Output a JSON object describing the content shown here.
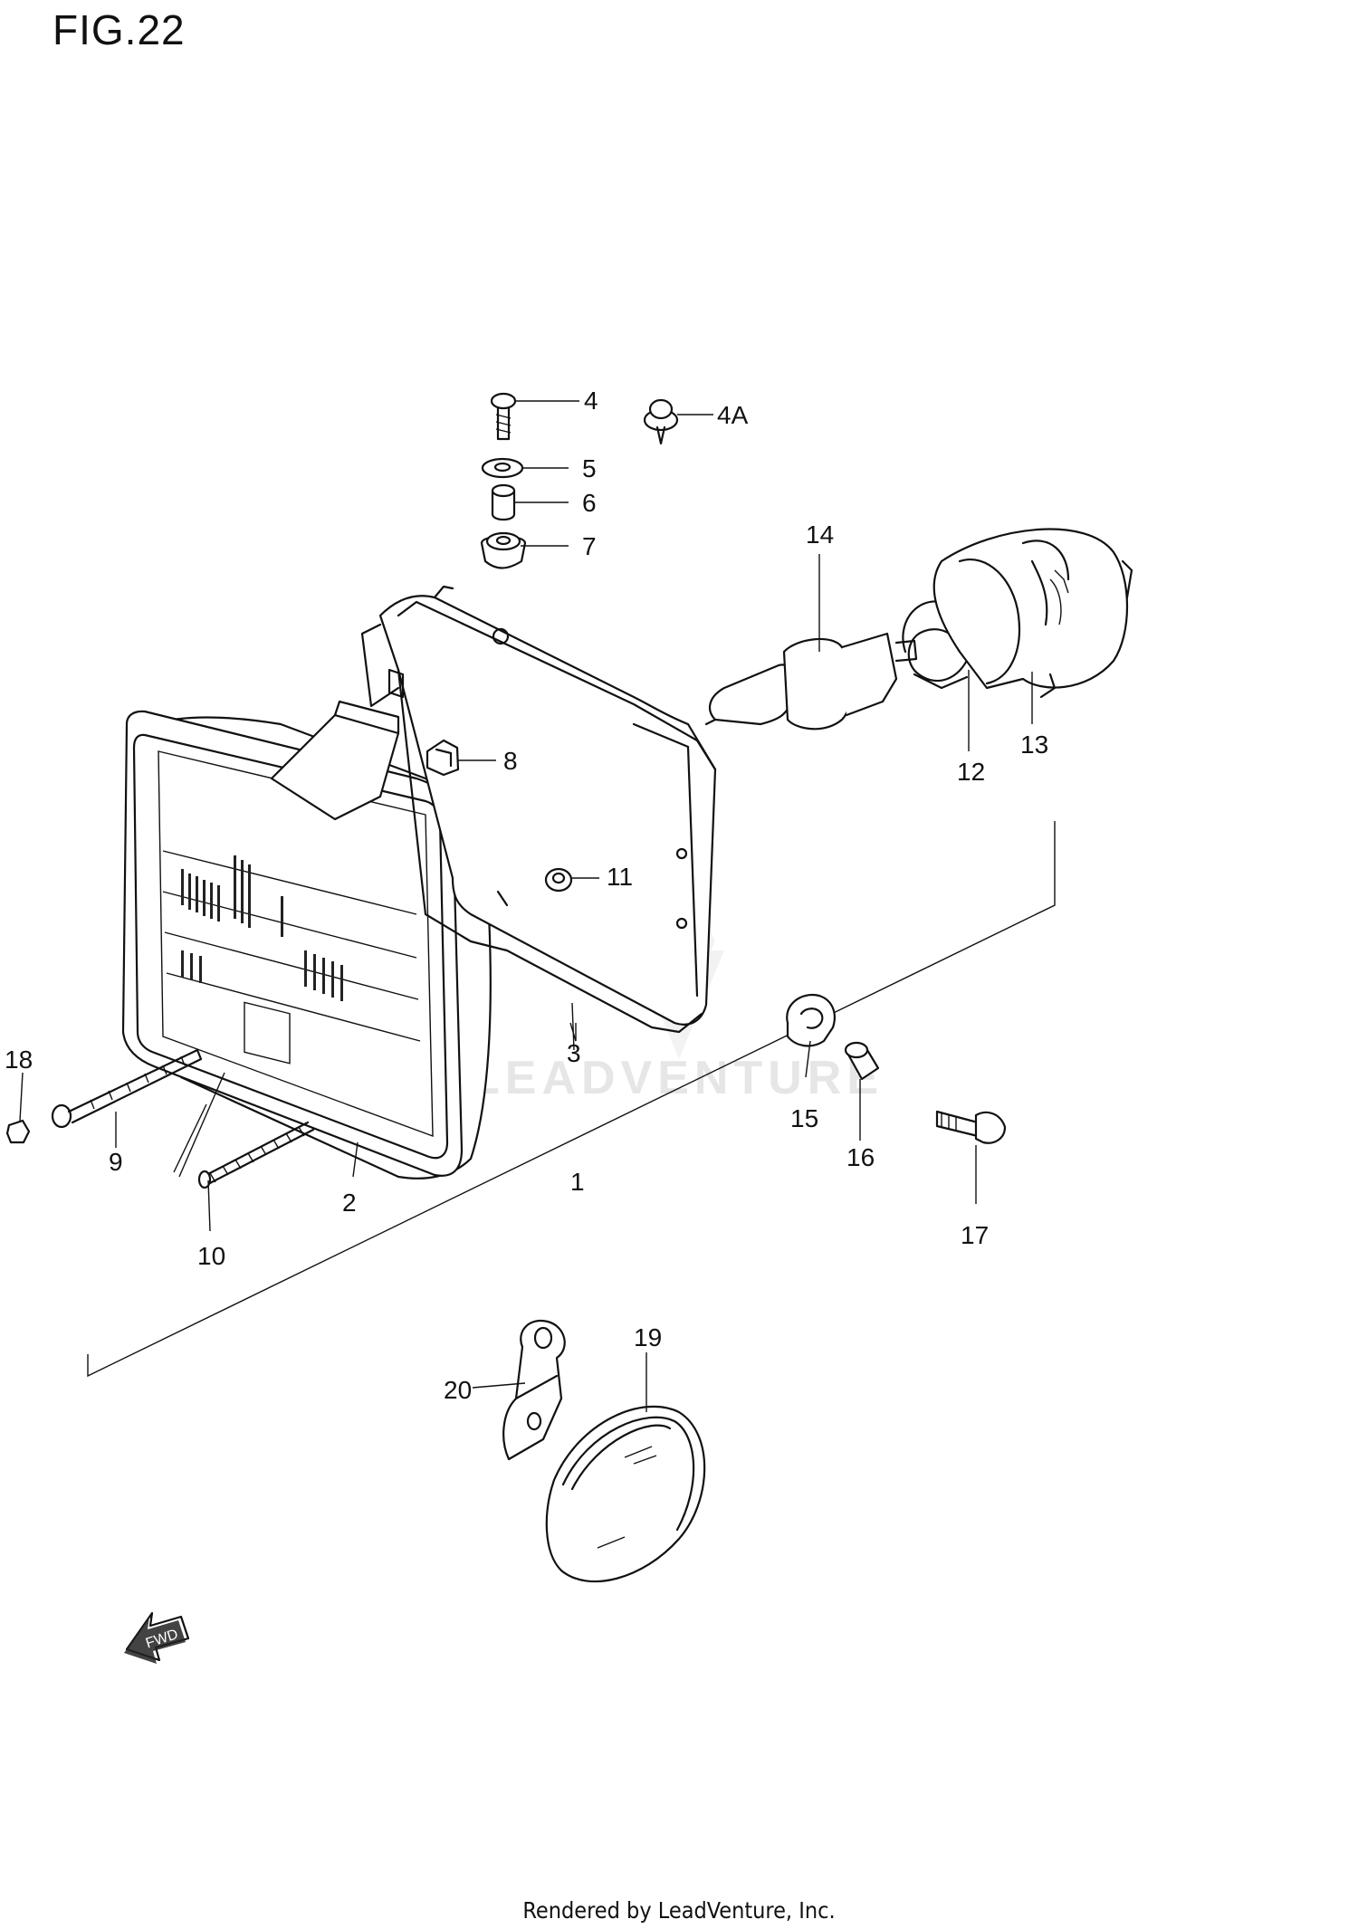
{
  "figure": {
    "title": "FIG.22",
    "footer": "Rendered by LeadVenture, Inc.",
    "watermark": "LEADVENTURE",
    "direction_label": "FWD"
  },
  "callouts": [
    {
      "id": "p1",
      "label": "1"
    },
    {
      "id": "p2",
      "label": "2"
    },
    {
      "id": "p3",
      "label": "3"
    },
    {
      "id": "p4",
      "label": "4"
    },
    {
      "id": "p4a",
      "label": "4A"
    },
    {
      "id": "p5",
      "label": "5"
    },
    {
      "id": "p6",
      "label": "6"
    },
    {
      "id": "p7",
      "label": "7"
    },
    {
      "id": "p8",
      "label": "8"
    },
    {
      "id": "p9",
      "label": "9"
    },
    {
      "id": "p10",
      "label": "10"
    },
    {
      "id": "p11",
      "label": "11"
    },
    {
      "id": "p12",
      "label": "12"
    },
    {
      "id": "p13",
      "label": "13"
    },
    {
      "id": "p14",
      "label": "14"
    },
    {
      "id": "p15",
      "label": "15"
    },
    {
      "id": "p16",
      "label": "16"
    },
    {
      "id": "p17",
      "label": "17"
    },
    {
      "id": "p18",
      "label": "18"
    },
    {
      "id": "p19",
      "label": "19"
    },
    {
      "id": "p20",
      "label": "20"
    }
  ]
}
